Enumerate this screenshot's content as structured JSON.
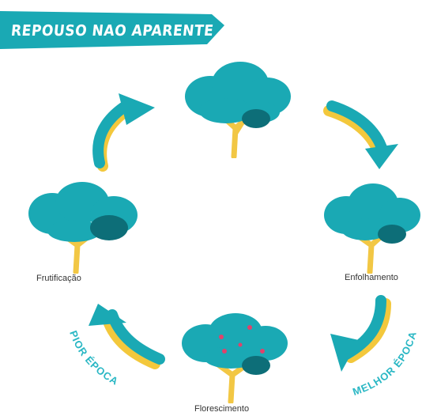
{
  "title": "REPOUSO NAO APARENTE",
  "stages": {
    "top": "",
    "right": "Enfolhamento",
    "bottom": "Florescimento",
    "left": "Frutificação"
  },
  "arc_labels": {
    "best": "MELHOR ÉPOCA",
    "worst": "PIOR ÉPOCA"
  },
  "colors": {
    "teal": "#1aa9b4",
    "teal_dark": "#0d6e78",
    "trunk": "#f2c744",
    "arrow_shadow": "#f3c83c",
    "flower": "#e0426b"
  }
}
